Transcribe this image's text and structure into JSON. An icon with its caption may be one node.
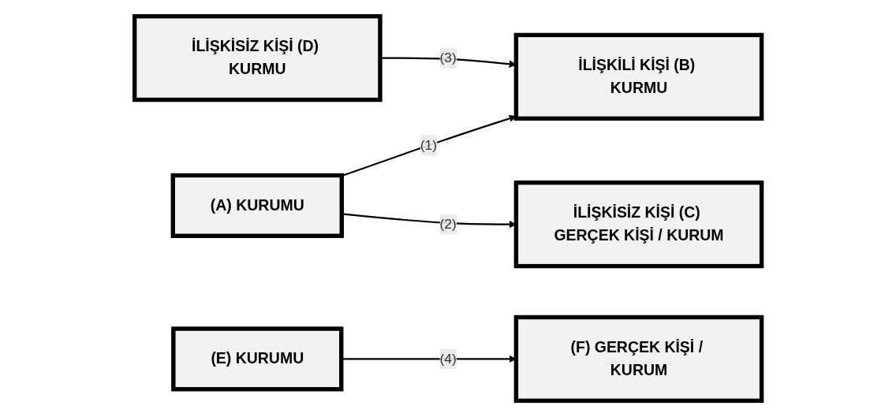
{
  "diagram": {
    "nodes": [
      {
        "text": [
          "(A) KURUMU"
        ]
      },
      {
        "text": [
          "İLİŞKİLİ KİŞİ (B) KURMU"
        ]
      },
      {
        "text": [
          "İLİŞKİSİZ KİŞİ (C) GERÇEK KİŞİ / KURUM"
        ]
      },
      {
        "text": [
          "İLİŞKİSİZ KİŞİ (D) KURMU"
        ]
      },
      {
        "text": [
          "(E) KURUMU"
        ]
      },
      {
        "text": [
          "(F) GERÇEK KİŞİ / KURUM"
        ]
      }
    ],
    "edges": [
      {
        "from": 0,
        "to": 1,
        "arrow": "to",
        "label": "(1)"
      },
      {
        "from": 0,
        "to": 2,
        "arrow": "to",
        "label": "(2)"
      },
      {
        "from": 3,
        "to": 1,
        "arrow": "to",
        "label": "(3)"
      },
      {
        "from": 4,
        "to": 5,
        "arrow": "to",
        "label": "(4)"
      }
    ]
  }
}
